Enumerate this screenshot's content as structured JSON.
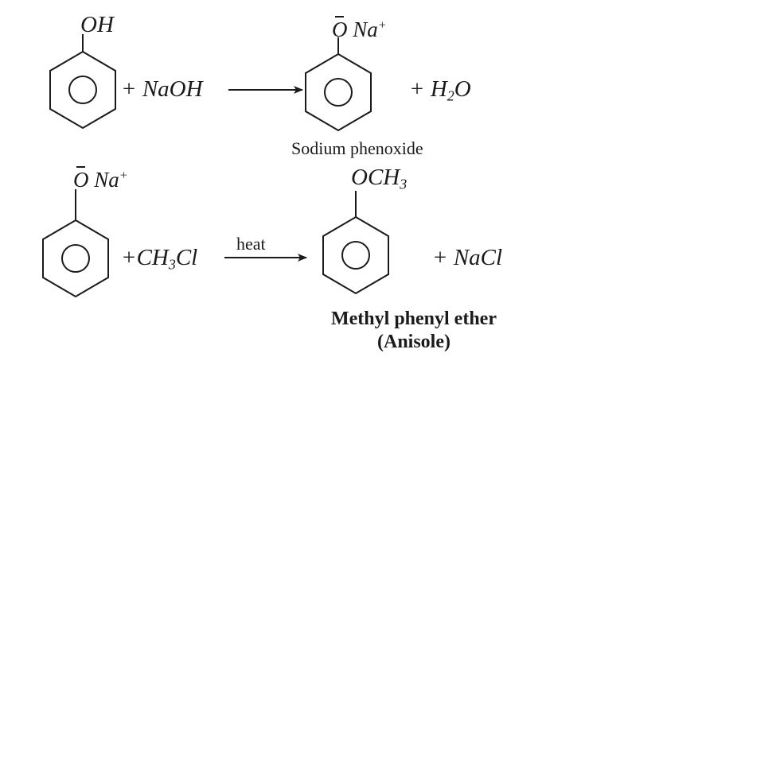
{
  "reaction1": {
    "reactant_substituent": "OH",
    "reagent": "+ NaOH",
    "product_substituent_O": "O",
    "product_substituent_Na": "Na",
    "product_charge": "+",
    "byproduct_prefix": "+ H",
    "byproduct_sub": "2",
    "byproduct_suffix": "O",
    "product_name": "Sodium phenoxide"
  },
  "reaction2": {
    "reactant_substituent_O": "O",
    "reactant_substituent_Na": "Na",
    "reactant_charge": "+",
    "reagent_prefix": "+CH",
    "reagent_sub": "3",
    "reagent_suffix": "Cl",
    "condition": "heat",
    "product_substituent_prefix": "OCH",
    "product_substituent_sub": "3",
    "byproduct": "+ NaCl",
    "product_name_line1": "Methyl phenyl ether",
    "product_name_line2": "(Anisole)"
  }
}
